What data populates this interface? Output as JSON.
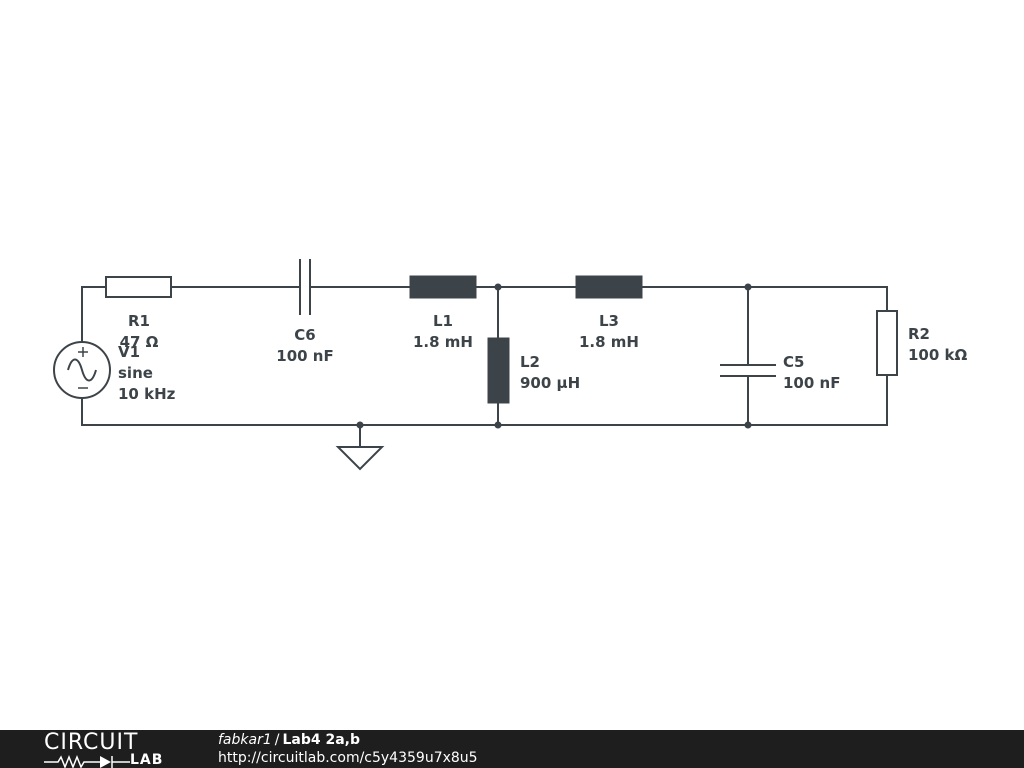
{
  "components": {
    "v1": {
      "name": "V1",
      "type": "sine",
      "value": "10 kHz"
    },
    "r1": {
      "name": "R1",
      "value": "47 Ω"
    },
    "c6": {
      "name": "C6",
      "value": "100 nF"
    },
    "l1": {
      "name": "L1",
      "value": "1.8 mH"
    },
    "l2": {
      "name": "L2",
      "value": "900 µH"
    },
    "l3": {
      "name": "L3",
      "value": "1.8 mH"
    },
    "c5": {
      "name": "C5",
      "value": "100 nF"
    },
    "r2": {
      "name": "R2",
      "value": "100 kΩ"
    }
  },
  "footer": {
    "logo_top": "CIRCUIT",
    "logo_bottom": "LAB",
    "author": "fabkar1",
    "separator": "/",
    "title": "Lab4 2a,b",
    "url": "http://circuitlab.com/c5y4359u7x8u5"
  },
  "colors": {
    "ink": "#3d4449",
    "background": "#ffffff",
    "footer_bg": "#1e1e1e"
  }
}
